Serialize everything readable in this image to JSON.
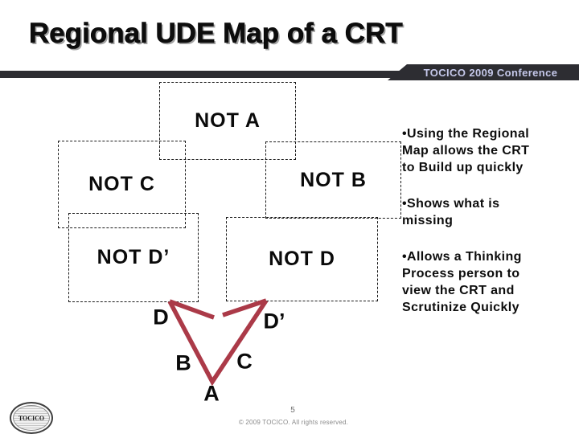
{
  "slide": {
    "title": "Regional UDE Map of a CRT",
    "banner": "TOCICO 2009 Conference",
    "page_number": "5",
    "copyright": "© 2009 TOCICO. All rights reserved.",
    "logo_text": "TOCICO"
  },
  "diagram": {
    "arrow_color": "#ab3a48",
    "boxes": [
      {
        "label": "NOT A"
      },
      {
        "label": "NOT C"
      },
      {
        "label": "NOT B"
      },
      {
        "label": "NOT D’"
      },
      {
        "label": "NOT D"
      }
    ],
    "letters": [
      {
        "label": "D"
      },
      {
        "label": "D’"
      },
      {
        "label": "B"
      },
      {
        "label": "C"
      },
      {
        "label": "A"
      }
    ]
  },
  "bullets": [
    {
      "lines": [
        "•Using the Regional",
        "Map allows the CRT",
        "to Build up quickly"
      ]
    },
    {
      "lines": [
        "•Shows what is",
        "missing"
      ]
    },
    {
      "lines": [
        "•Allows a Thinking",
        "Process person to",
        "view the CRT and",
        "Scrutinize Quickly"
      ]
    }
  ],
  "colors": {
    "banner_bg": "#2d2d32",
    "banner_text": "#c5c8ea",
    "arrow": "#ab3a48"
  }
}
